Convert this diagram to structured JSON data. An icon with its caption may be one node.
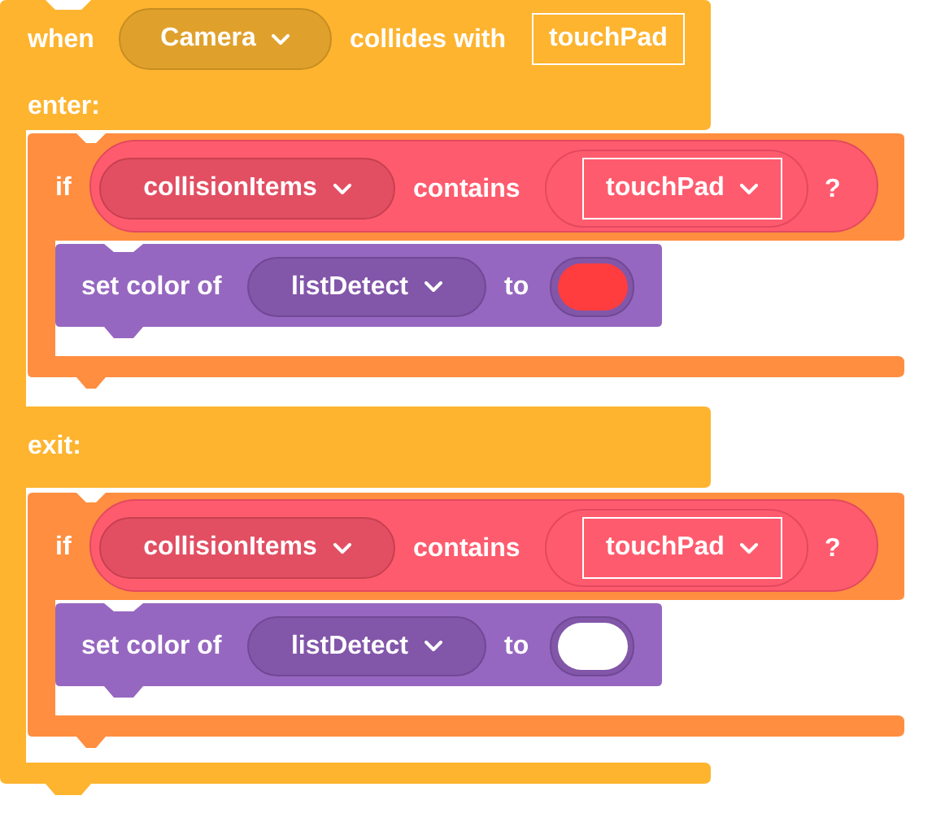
{
  "diagram": {
    "nodes": [
      {
        "text": [
          "when",
          "collides with",
          "enter:",
          "exit:"
        ]
      },
      {
        "text": [
          "Camera"
        ],
        "in": 0
      },
      {
        "text": [
          "touchPad"
        ],
        "in": 0
      },
      {
        "text": [
          "if"
        ]
      },
      {
        "text": [
          "contains",
          "?"
        ],
        "in": 3
      },
      {
        "text": [
          "collisionItems"
        ],
        "in": 4
      },
      {
        "text": [
          "touchPad"
        ],
        "in": 4
      },
      {
        "text": [
          "set color of",
          "to"
        ],
        "in": 3
      },
      {
        "text": [
          "listDetect"
        ],
        "in": 7
      },
      {
        "text": [],
        "shape": "box",
        "in": 7
      },
      {
        "text": [
          "if"
        ]
      },
      {
        "text": [
          "contains",
          "?"
        ],
        "in": 10
      },
      {
        "text": [
          "collisionItems"
        ],
        "in": 11
      },
      {
        "text": [
          "touchPad"
        ],
        "in": 11
      },
      {
        "text": [
          "set color of",
          "to"
        ],
        "in": 10
      },
      {
        "text": [
          "listDetect"
        ],
        "in": 14
      },
      {
        "text": [],
        "shape": "box",
        "in": 14
      }
    ]
  }
}
